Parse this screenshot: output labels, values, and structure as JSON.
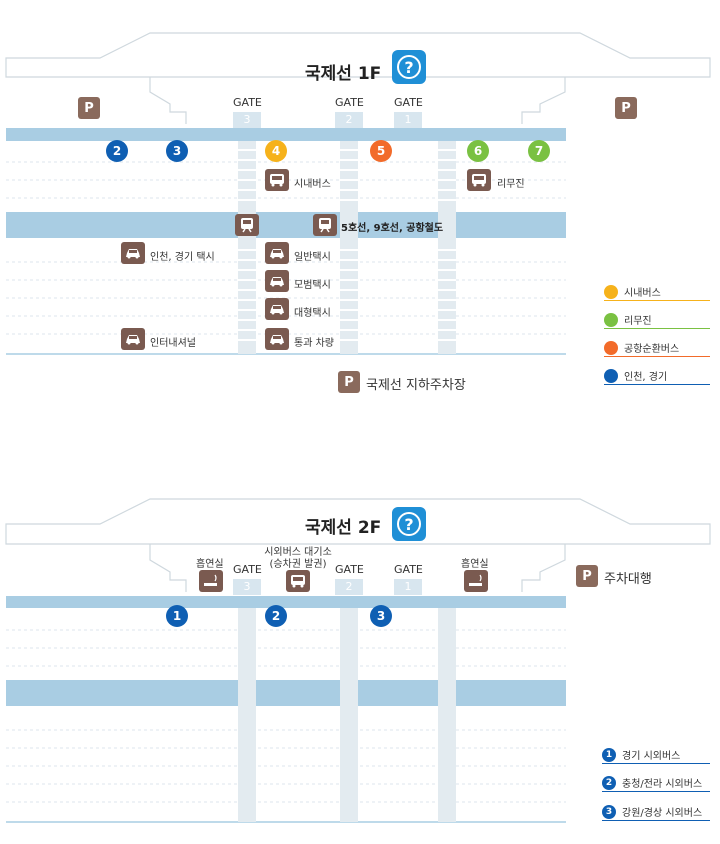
{
  "floor1": {
    "title": "국제선 1F",
    "help_symbol": "?",
    "gates": [
      {
        "label": "GATE",
        "number": "3"
      },
      {
        "label": "GATE",
        "number": "2"
      },
      {
        "label": "GATE",
        "number": "1"
      }
    ],
    "parking_symbol": "P",
    "stops": [
      "2",
      "3",
      "4",
      "5",
      "6",
      "7"
    ],
    "labels": {
      "city_bus": "시내버스",
      "limousine": "리무진",
      "subway": "5호선, 9호선, 공항철도",
      "taxi_incheon": "인천, 경기 택시",
      "taxi_general": "일반택시",
      "taxi_deluxe": "모범택시",
      "taxi_large": "대형택시",
      "international_taxi": "인터내셔널",
      "passing": "통과 차량",
      "underground_parking": "국제선 지하주차장"
    },
    "legend": [
      {
        "label": "시내버스",
        "color": "#f6b21b"
      },
      {
        "label": "리무진",
        "color": "#7ac142"
      },
      {
        "label": "공항순환버스",
        "color": "#f26b2a"
      },
      {
        "label": "인천, 경기",
        "color": "#0f5fb3"
      }
    ]
  },
  "floor2": {
    "title": "국제선 2F",
    "help_symbol": "?",
    "gates": [
      {
        "label": "GATE",
        "number": "3"
      },
      {
        "label": "GATE",
        "number": "2"
      },
      {
        "label": "GATE",
        "number": "1"
      }
    ],
    "smoking_room": "흡연실",
    "bus_lounge_line1": "시외버스 대기소",
    "bus_lounge_line2": "(승차권 발권)",
    "valet_symbol": "P",
    "valet": "주차대행",
    "stops": [
      "1",
      "2",
      "3"
    ],
    "legend": [
      {
        "number": "1",
        "label": "경기 시외버스"
      },
      {
        "number": "2",
        "label": "충청/전라 시외버스"
      },
      {
        "number": "3",
        "label": "강원/경상 시외버스"
      }
    ]
  },
  "colors": {
    "road": "#a9cde3",
    "dash": "#e8eef2",
    "blue": "#0f5fb3",
    "yellow": "#f6b21b",
    "green": "#7ac142",
    "orange": "#f26b2a",
    "icon_brown": "#7a5a50"
  }
}
